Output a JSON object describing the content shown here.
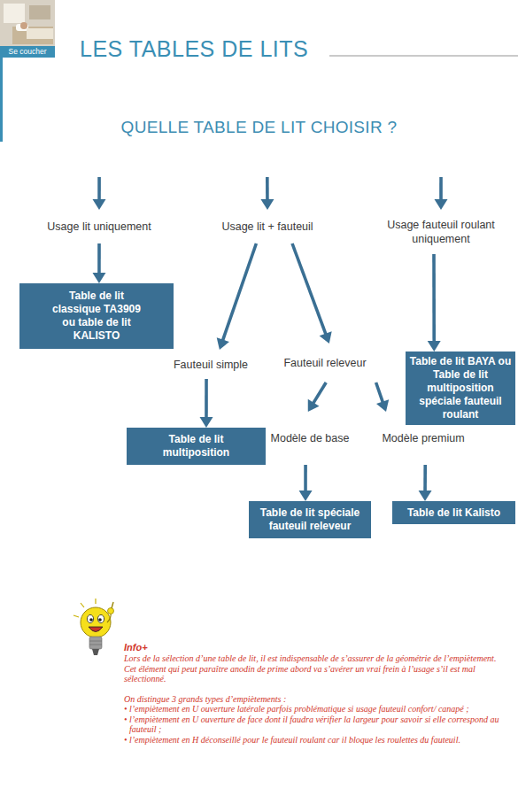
{
  "diagram": {
    "title": "LES TABLES DE LITS",
    "nodes": [
      {
        "text": [
          "QUELLE TABLE DE LIT CHOISIR ?"
        ]
      },
      {
        "text": [
          "Usage lit uniquement"
        ]
      },
      {
        "text": [
          "Usage lit + fauteuil"
        ]
      },
      {
        "text": [
          "Usage fauteuil roulant uniquement"
        ]
      },
      {
        "text": [
          "Table de lit classique TA3909 ou table de lit KALISTO"
        ]
      },
      {
        "text": [
          "Fauteuil simple"
        ]
      },
      {
        "text": [
          "Fauteuil releveur"
        ]
      },
      {
        "text": [
          "Table de lit BAYA ou Table de lit multiposition spéciale fauteuil roulant"
        ]
      },
      {
        "text": [
          "Table de lit multiposition"
        ]
      },
      {
        "text": [
          "Modèle de base"
        ]
      },
      {
        "text": [
          "Modèle premium"
        ]
      },
      {
        "text": [
          "Table de lit spéciale fauteuil releveur"
        ]
      },
      {
        "text": [
          "Table de lit Kalisto"
        ]
      }
    ],
    "edges": [
      {
        "from": 0,
        "to": 1,
        "arrow": "to"
      },
      {
        "from": 0,
        "to": 2,
        "arrow": "to"
      },
      {
        "from": 0,
        "to": 3,
        "arrow": "to"
      },
      {
        "from": 1,
        "to": 4,
        "arrow": "to"
      },
      {
        "from": 2,
        "to": 5,
        "arrow": "to"
      },
      {
        "from": 2,
        "to": 6,
        "arrow": "to"
      },
      {
        "from": 3,
        "to": 7,
        "arrow": "to"
      },
      {
        "from": 5,
        "to": 8,
        "arrow": "to"
      },
      {
        "from": 6,
        "to": 9,
        "arrow": "to"
      },
      {
        "from": 6,
        "to": 10,
        "arrow": "to"
      },
      {
        "from": 9,
        "to": 11,
        "arrow": "to"
      },
      {
        "from": 10,
        "to": 12,
        "arrow": "to"
      }
    ],
    "labels": [
      "Se coucher",
      "Info+",
      "Lors de la sélection d’une table de lit, il est indispensable de s’assurer de la géométrie de l’empiètement.",
      "Cet élément qui peut paraître anodin de prime abord va s’avérer un vrai frein à l’usage s’il est mal sélectionné.",
      "On distingue 3 grands types d’empiètements :",
      "• l’empiètement en U ouverture latérale parfois problématique si usage fauteuil confort/ canapé ;",
      "• l’empiètement en U ouverture de face dont il faudra vérifier la largeur pour savoir si elle correspond au fauteuil ;",
      "• l’empiètement en H déconseillé pour le fauteuil roulant car il bloque les roulettes du fauteuil."
    ]
  }
}
